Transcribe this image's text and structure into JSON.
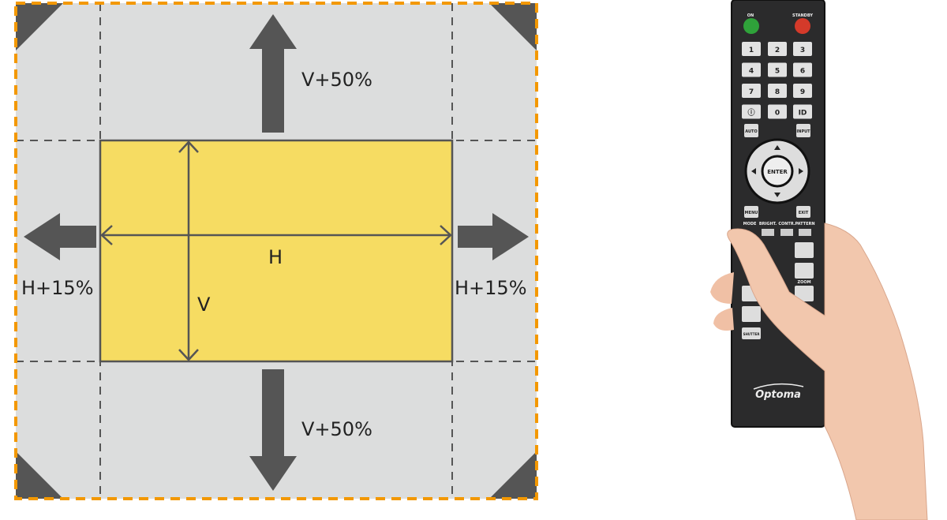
{
  "diagram": {
    "top_label": "V+50%",
    "bottom_label": "V+50%",
    "left_label": "H+15%",
    "right_label": "H+15%",
    "width_label": "H",
    "height_label": "V",
    "colors": {
      "image": "#f6dc62",
      "range": "#dcdddd",
      "border": "#f39800",
      "arrow": "#555555"
    }
  },
  "remote": {
    "brand": "Optoma",
    "on_label": "ON",
    "standby_label": "STANDBY",
    "keys": [
      "1",
      "2",
      "3",
      "4",
      "5",
      "6",
      "7",
      "8",
      "9",
      "ⓘ",
      "0",
      "ID"
    ],
    "auto": "AUTO",
    "input": "INPUT",
    "enter": "ENTER",
    "menu": "MENU",
    "exit": "EXIT",
    "mode": "MODE",
    "bright": "BRIGHT.",
    "contr": "CONTR.",
    "pattern": "PATTERN",
    "zoom": "ZOOM",
    "shutter": "SHUTTER"
  }
}
